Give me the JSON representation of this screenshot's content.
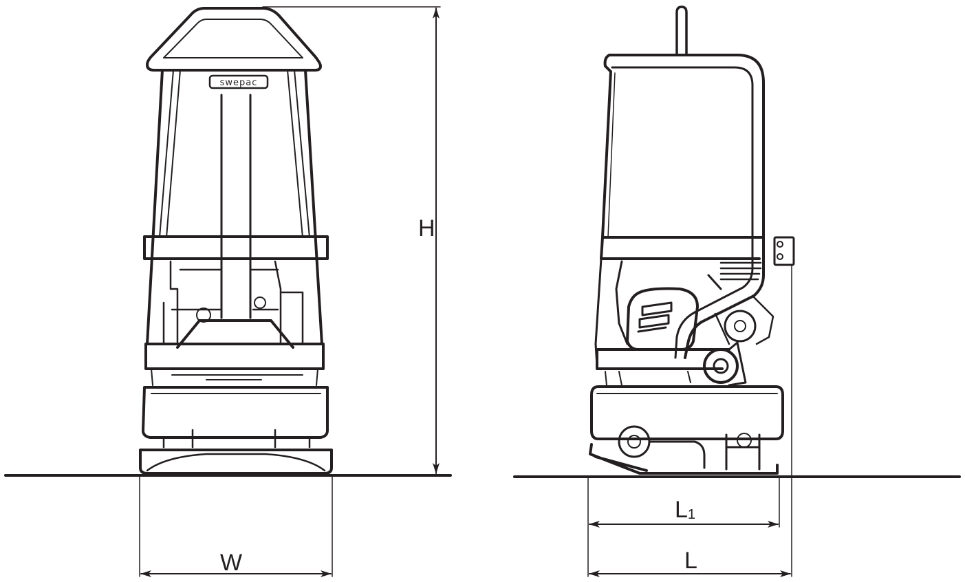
{
  "dimensions": {
    "height": "H",
    "width": "W",
    "length1_main": "L",
    "length1_sub": "1",
    "length": "L"
  },
  "logo": "swepac",
  "colors": {
    "stroke": "#231f20",
    "background": "#ffffff"
  }
}
